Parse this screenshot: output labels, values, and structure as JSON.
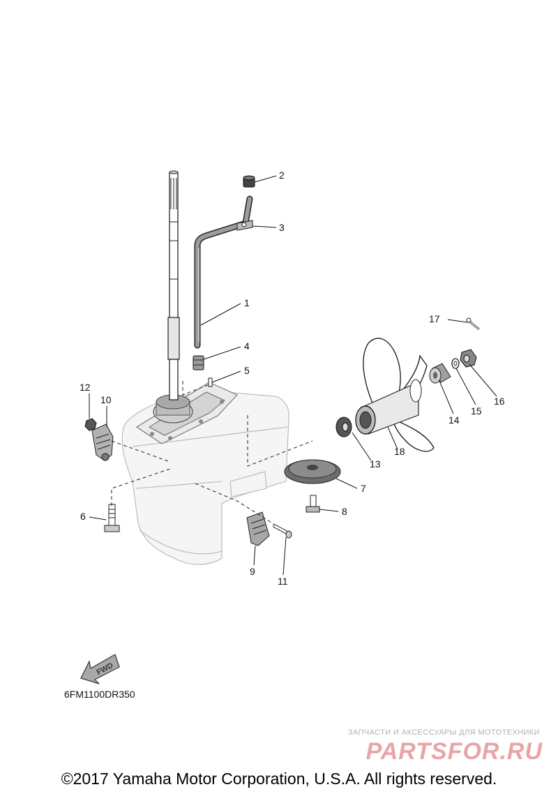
{
  "diagram": {
    "callouts": [
      "1",
      "2",
      "3",
      "4",
      "5",
      "6",
      "7",
      "8",
      "9",
      "10",
      "11",
      "12",
      "13",
      "14",
      "15",
      "16",
      "17",
      "18"
    ],
    "direction_label": "FWD",
    "document_code": "6FM1100DR350"
  },
  "watermark": {
    "tagline": "ЗАПЧАСТИ И АКСЕССУАРЫ ДЛЯ МОТОТЕХНИКИ",
    "logo": "PARTSFOR.RU"
  },
  "footer": {
    "copyright": "©2017 Yamaha Motor Corporation, U.S.A. All rights reserved."
  }
}
